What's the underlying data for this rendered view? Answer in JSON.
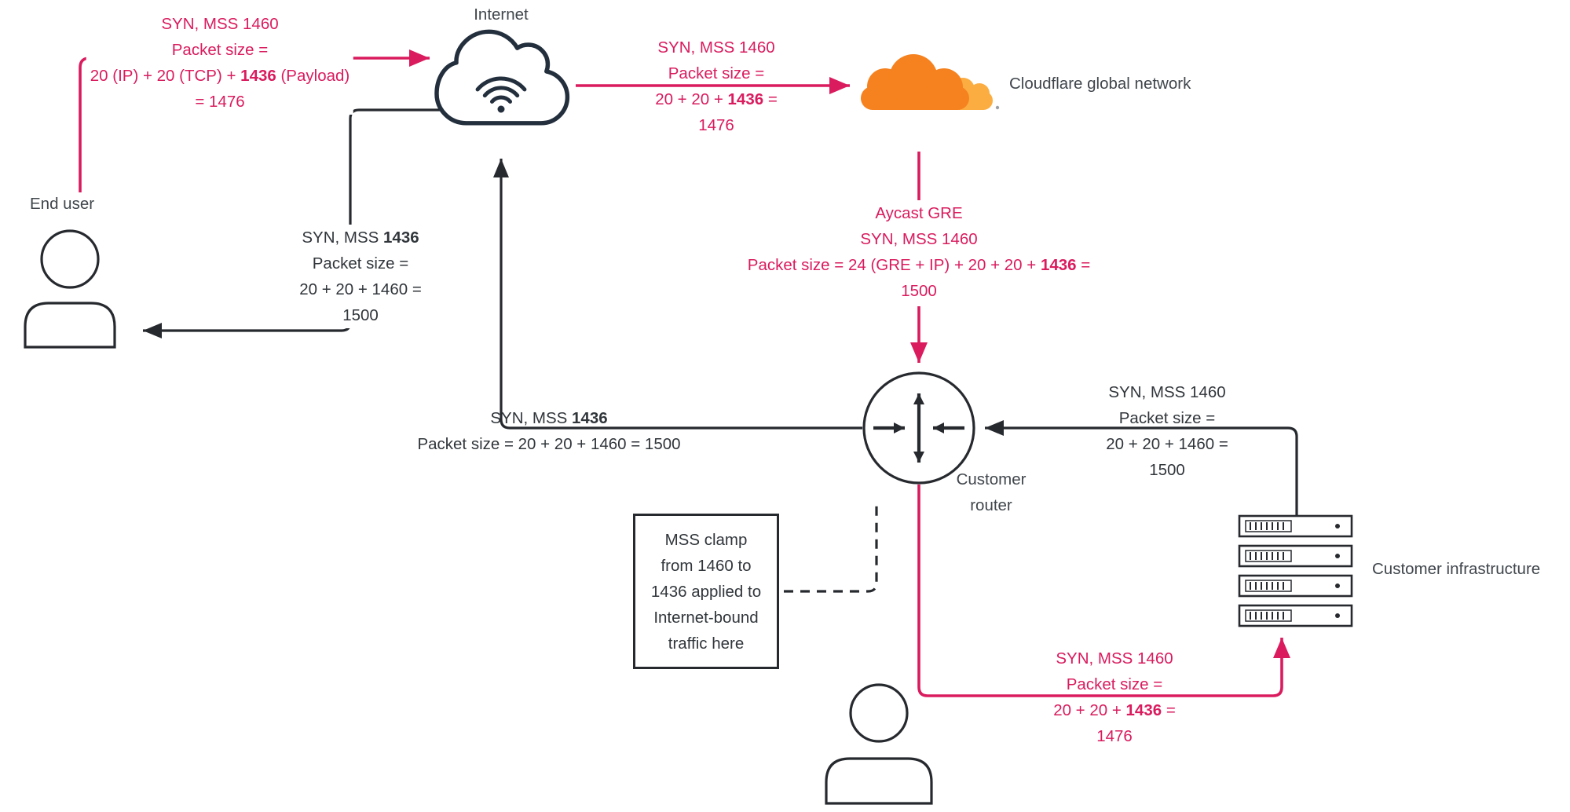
{
  "colors": {
    "pink": "#da1b5e",
    "line_ink": "#26292e",
    "icon_navy": "#232f3d",
    "text_dark": "#31363b",
    "node_label": "#40464c",
    "cloudflare_orange": "#f6821f",
    "cloudflare_light_orange": "#fbad41",
    "background": "#ffffff"
  },
  "nodes": {
    "internet": {
      "label": "Internet"
    },
    "end_user": {
      "label": "End user"
    },
    "cloudflare": {
      "label": "Cloudflare global network"
    },
    "router": {
      "lines": [
        [
          "Customer"
        ],
        [
          "router"
        ]
      ]
    },
    "infrastructure": {
      "label": "Customer infrastructure"
    }
  },
  "note_box": {
    "lines": [
      [
        "MSS clamp"
      ],
      [
        "from 1460 to"
      ],
      [
        "1436 applied to"
      ],
      [
        "Internet-bound"
      ],
      [
        "traffic here"
      ]
    ]
  },
  "flow_labels": {
    "user_to_internet": {
      "color": "pink",
      "lines": [
        [
          "SYN, MSS 1460"
        ],
        [
          "Packet size ="
        ],
        [
          "20 (IP) + 20 (TCP) + ",
          {
            "b": "1436"
          },
          " (Payload)"
        ],
        [
          "= 1476"
        ]
      ]
    },
    "internet_to_cloudflare": {
      "color": "pink",
      "lines": [
        [
          "SYN, MSS 1460"
        ],
        [
          "Packet size ="
        ],
        [
          "20 + 20 + ",
          {
            "b": "1436"
          },
          " ="
        ],
        [
          "1476"
        ]
      ]
    },
    "cloudflare_to_router": {
      "color": "pink",
      "lines": [
        [
          "Aycast GRE"
        ],
        [
          "SYN, MSS 1460"
        ],
        [
          "Packet size = 24 (GRE + IP) + 20 + 20 + ",
          {
            "b": "1436"
          },
          " ="
        ],
        [
          "1500"
        ]
      ]
    },
    "internet_to_user": {
      "color": "dark",
      "lines": [
        [
          "SYN, MSS ",
          {
            "b": "1436"
          }
        ],
        [
          "Packet size ="
        ],
        [
          "20 + 20 + 1460 ="
        ],
        [
          "1500"
        ]
      ]
    },
    "router_to_internet": {
      "color": "dark",
      "lines": [
        [
          "SYN, MSS ",
          {
            "b": "1436"
          }
        ],
        [
          "Packet size = 20 + 20 + 1460 = 1500"
        ]
      ]
    },
    "infrastructure_to_router": {
      "color": "dark",
      "lines": [
        [
          "SYN, MSS 1460"
        ],
        [
          "Packet size ="
        ],
        [
          "20 + 20 + 1460 ="
        ],
        [
          "1500"
        ]
      ]
    },
    "router_to_infrastructure": {
      "color": "pink",
      "lines": [
        [
          "SYN, MSS 1460"
        ],
        [
          "Packet size ="
        ],
        [
          "20 + 20 + ",
          {
            "b": "1436"
          },
          " ="
        ],
        [
          "1476"
        ]
      ]
    }
  },
  "icons": {
    "internet": "cloud-with-wifi-icon",
    "cloudflare": "cloudflare-cloud-logo-icon",
    "router": "router-circle-arrows-icon",
    "infrastructure": "server-stack-icon",
    "end_user": "person-icon",
    "bottom_user": "person-icon"
  }
}
